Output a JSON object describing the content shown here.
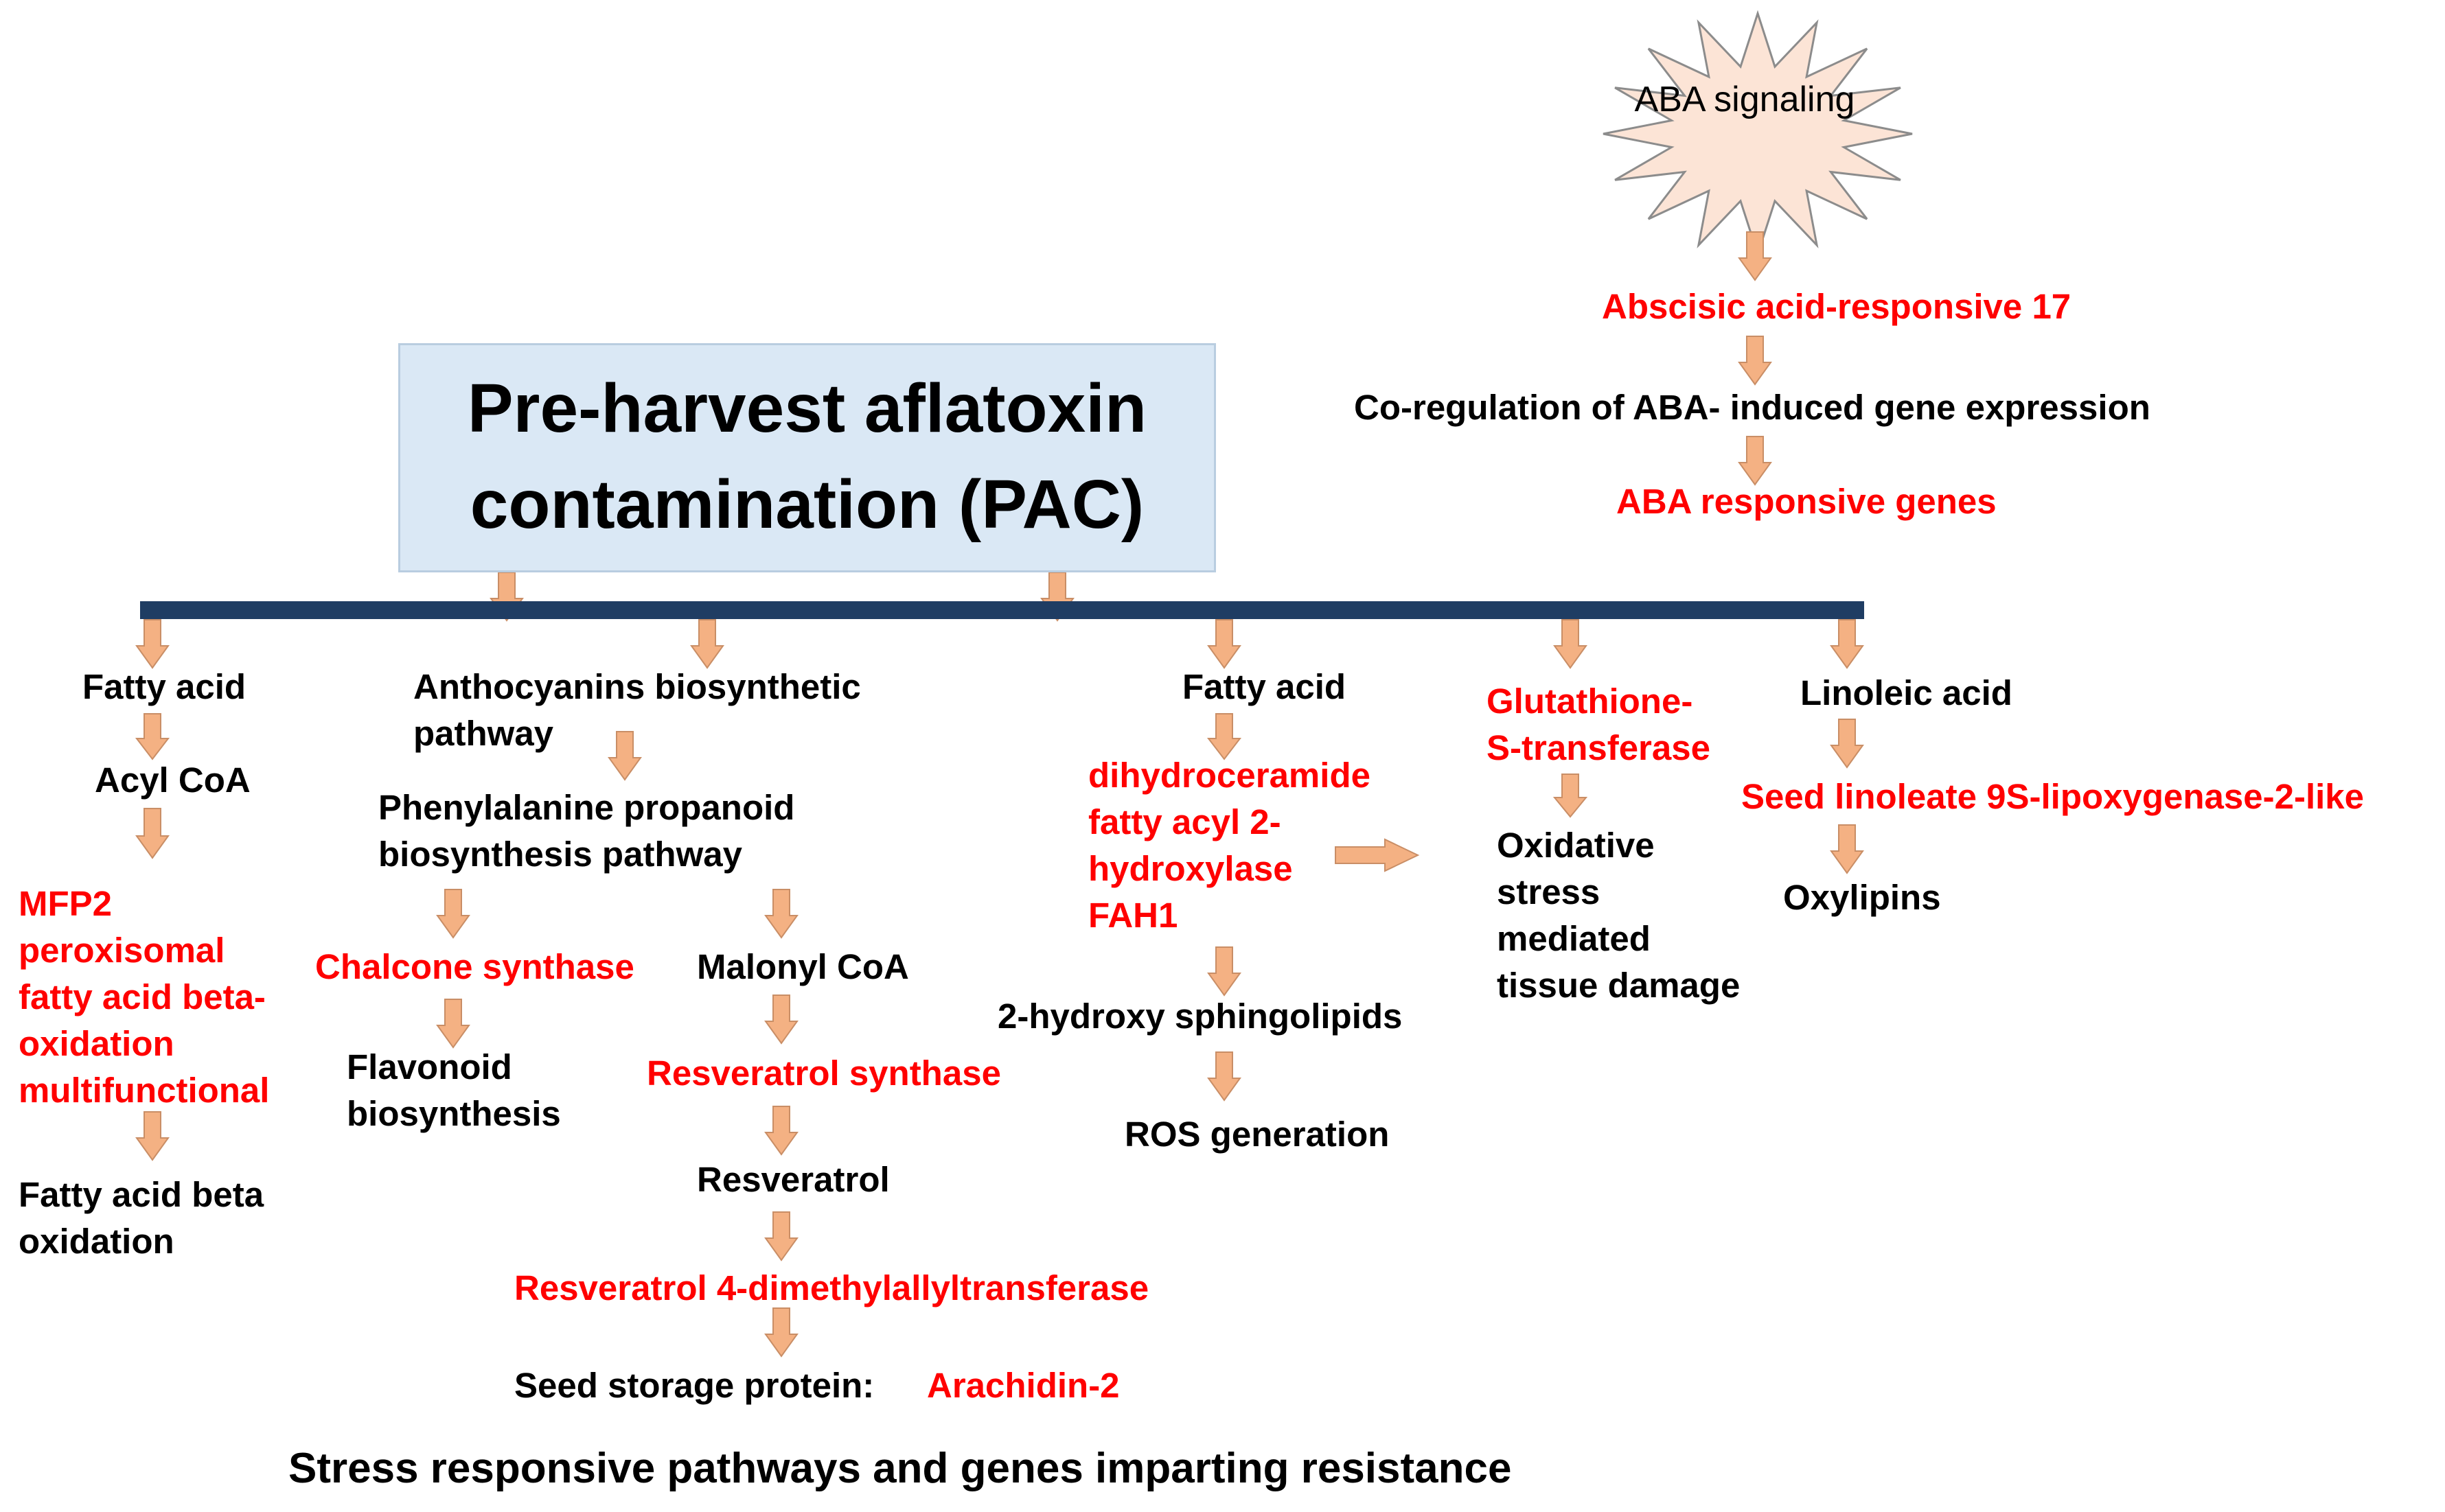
{
  "title": "Pre-harvest aflatoxin contamination (PAC)",
  "aba": {
    "star_label": "ABA signaling",
    "abscisic_gene": "Abscisic acid-responsive 17",
    "coregulation": "Co-regulation of ABA- induced gene expression",
    "responsive_genes": "ABA responsive genes"
  },
  "col1": {
    "fatty_acid": "Fatty acid",
    "acyl_coa": "Acyl CoA",
    "mfp2_l1": "MFP2",
    "mfp2_l2": "peroxisomal",
    "mfp2_l3": "fatty acid beta-",
    "mfp2_l4": "oxidation",
    "mfp2_l5": "multifunctional",
    "beta_l1": "Fatty acid beta",
    "beta_l2": "oxidation"
  },
  "col2": {
    "antho_l1": "Anthocyanins biosynthetic",
    "antho_l2": "pathway",
    "phenyl_l1": "Phenylalanine propanoid",
    "phenyl_l2": "biosynthesis pathway",
    "chalcone": "Chalcone synthase",
    "flavonoid_l1": "Flavonoid",
    "flavonoid_l2": "biosynthesis",
    "malonyl": "Malonyl CoA",
    "resv_synthase": "Resveratrol synthase",
    "resveratrol": "Resveratrol",
    "resv_transferase": "Resveratrol 4-dimethylallyltransferase",
    "seed_storage": "Seed storage protein:",
    "arachidin": "Arachidin-2"
  },
  "col3": {
    "fatty_acid": "Fatty acid",
    "fah_l1": "dihydroceramide",
    "fah_l2": "fatty acyl 2-",
    "fah_l3": "hydroxylase",
    "fah_l4": "FAH1",
    "sphingo": "2-hydroxy sphingolipids",
    "ros": "ROS generation"
  },
  "col4": {
    "gst_l1": "Glutathione-",
    "gst_l2": "S-transferase",
    "ox_l1": "Oxidative",
    "ox_l2": "stress",
    "ox_l3": "mediated",
    "ox_l4": "tissue damage"
  },
  "col5": {
    "linoleic": "Linoleic acid",
    "lox": "Seed linoleate 9S-lipoxygenase-2-like",
    "oxylipins": "Oxylipins"
  },
  "footer": "Stress responsive pathways and genes imparting resistance",
  "colors": {
    "arrow": "#f4b183",
    "arrow_stroke": "#c98e66",
    "highlight_text": "#ff0000",
    "bar": "#1f3d63",
    "title_box": "#dae8f5",
    "starburst": "#fce4d6"
  }
}
